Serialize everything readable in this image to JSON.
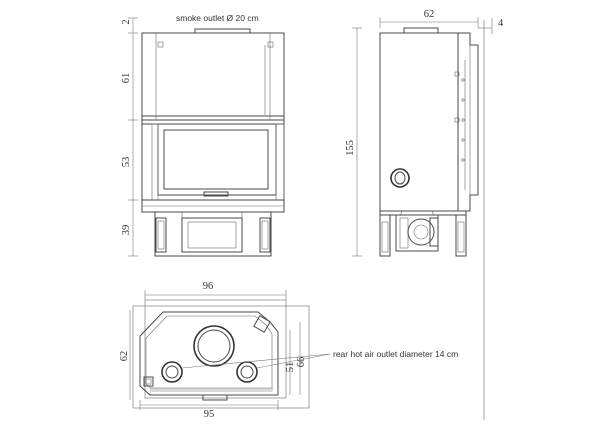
{
  "notes": {
    "smoke_outlet": "smoke outlet Ø 20 cm",
    "rear_hot_air": "rear hot air outlet diameter 14 cm"
  },
  "front_view": {
    "dims": {
      "top": "2",
      "upper": "61",
      "middle": "53",
      "bottom": "39"
    }
  },
  "side_view": {
    "dims": {
      "depth": "62",
      "offset": "4",
      "height": "155"
    }
  },
  "top_view": {
    "dims": {
      "width_top": "96",
      "width_bottom": "95",
      "depth_left": "62",
      "inner_a": "51",
      "inner_b": "66"
    }
  },
  "colors": {
    "line": "#4a4a4a",
    "shade": "#d9d9d9",
    "background": "#ffffff"
  }
}
